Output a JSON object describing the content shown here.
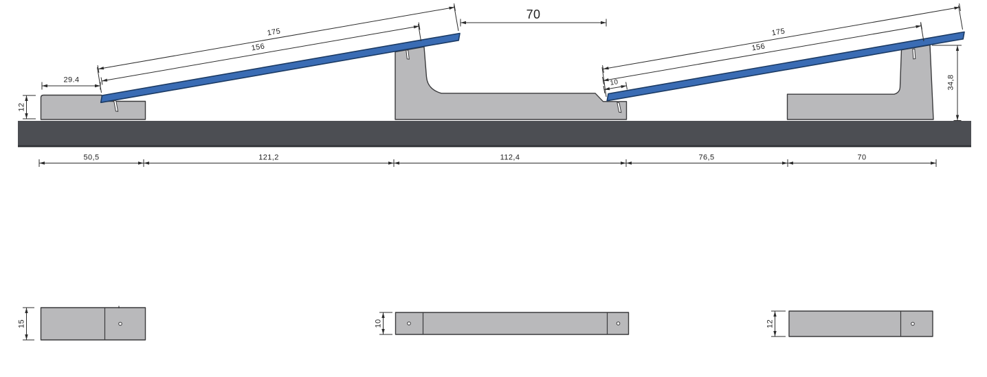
{
  "drawing": {
    "type": "technical-cross-section",
    "views": [
      "side-elevation",
      "plan-views"
    ]
  },
  "dims": {
    "panel1_total": "175",
    "panel1_inner": "156",
    "top_gap": "70",
    "left_ledge": "29.4",
    "left_height": "12",
    "panel2_total": "175",
    "panel2_inner": "156",
    "panel2_overhang": "10",
    "right_height": "34,8",
    "base_1": "50,5",
    "base_2": "121,2",
    "base_3": "112,4",
    "base_4": "76,5",
    "base_5": "70",
    "plan_left_depth": "15",
    "plan_mid_depth": "10",
    "plan_right_depth": "12"
  },
  "colors": {
    "panel_blue": "#3A6CB4",
    "panel_outline": "#1B3A63",
    "block_fill": "#B9B9BB",
    "block_outline": "#3A3A3C",
    "ground_fill": "#4C4E53",
    "ground_edge": "#323438",
    "dimension": "#2B2B2B",
    "background": "#FFFFFF"
  }
}
